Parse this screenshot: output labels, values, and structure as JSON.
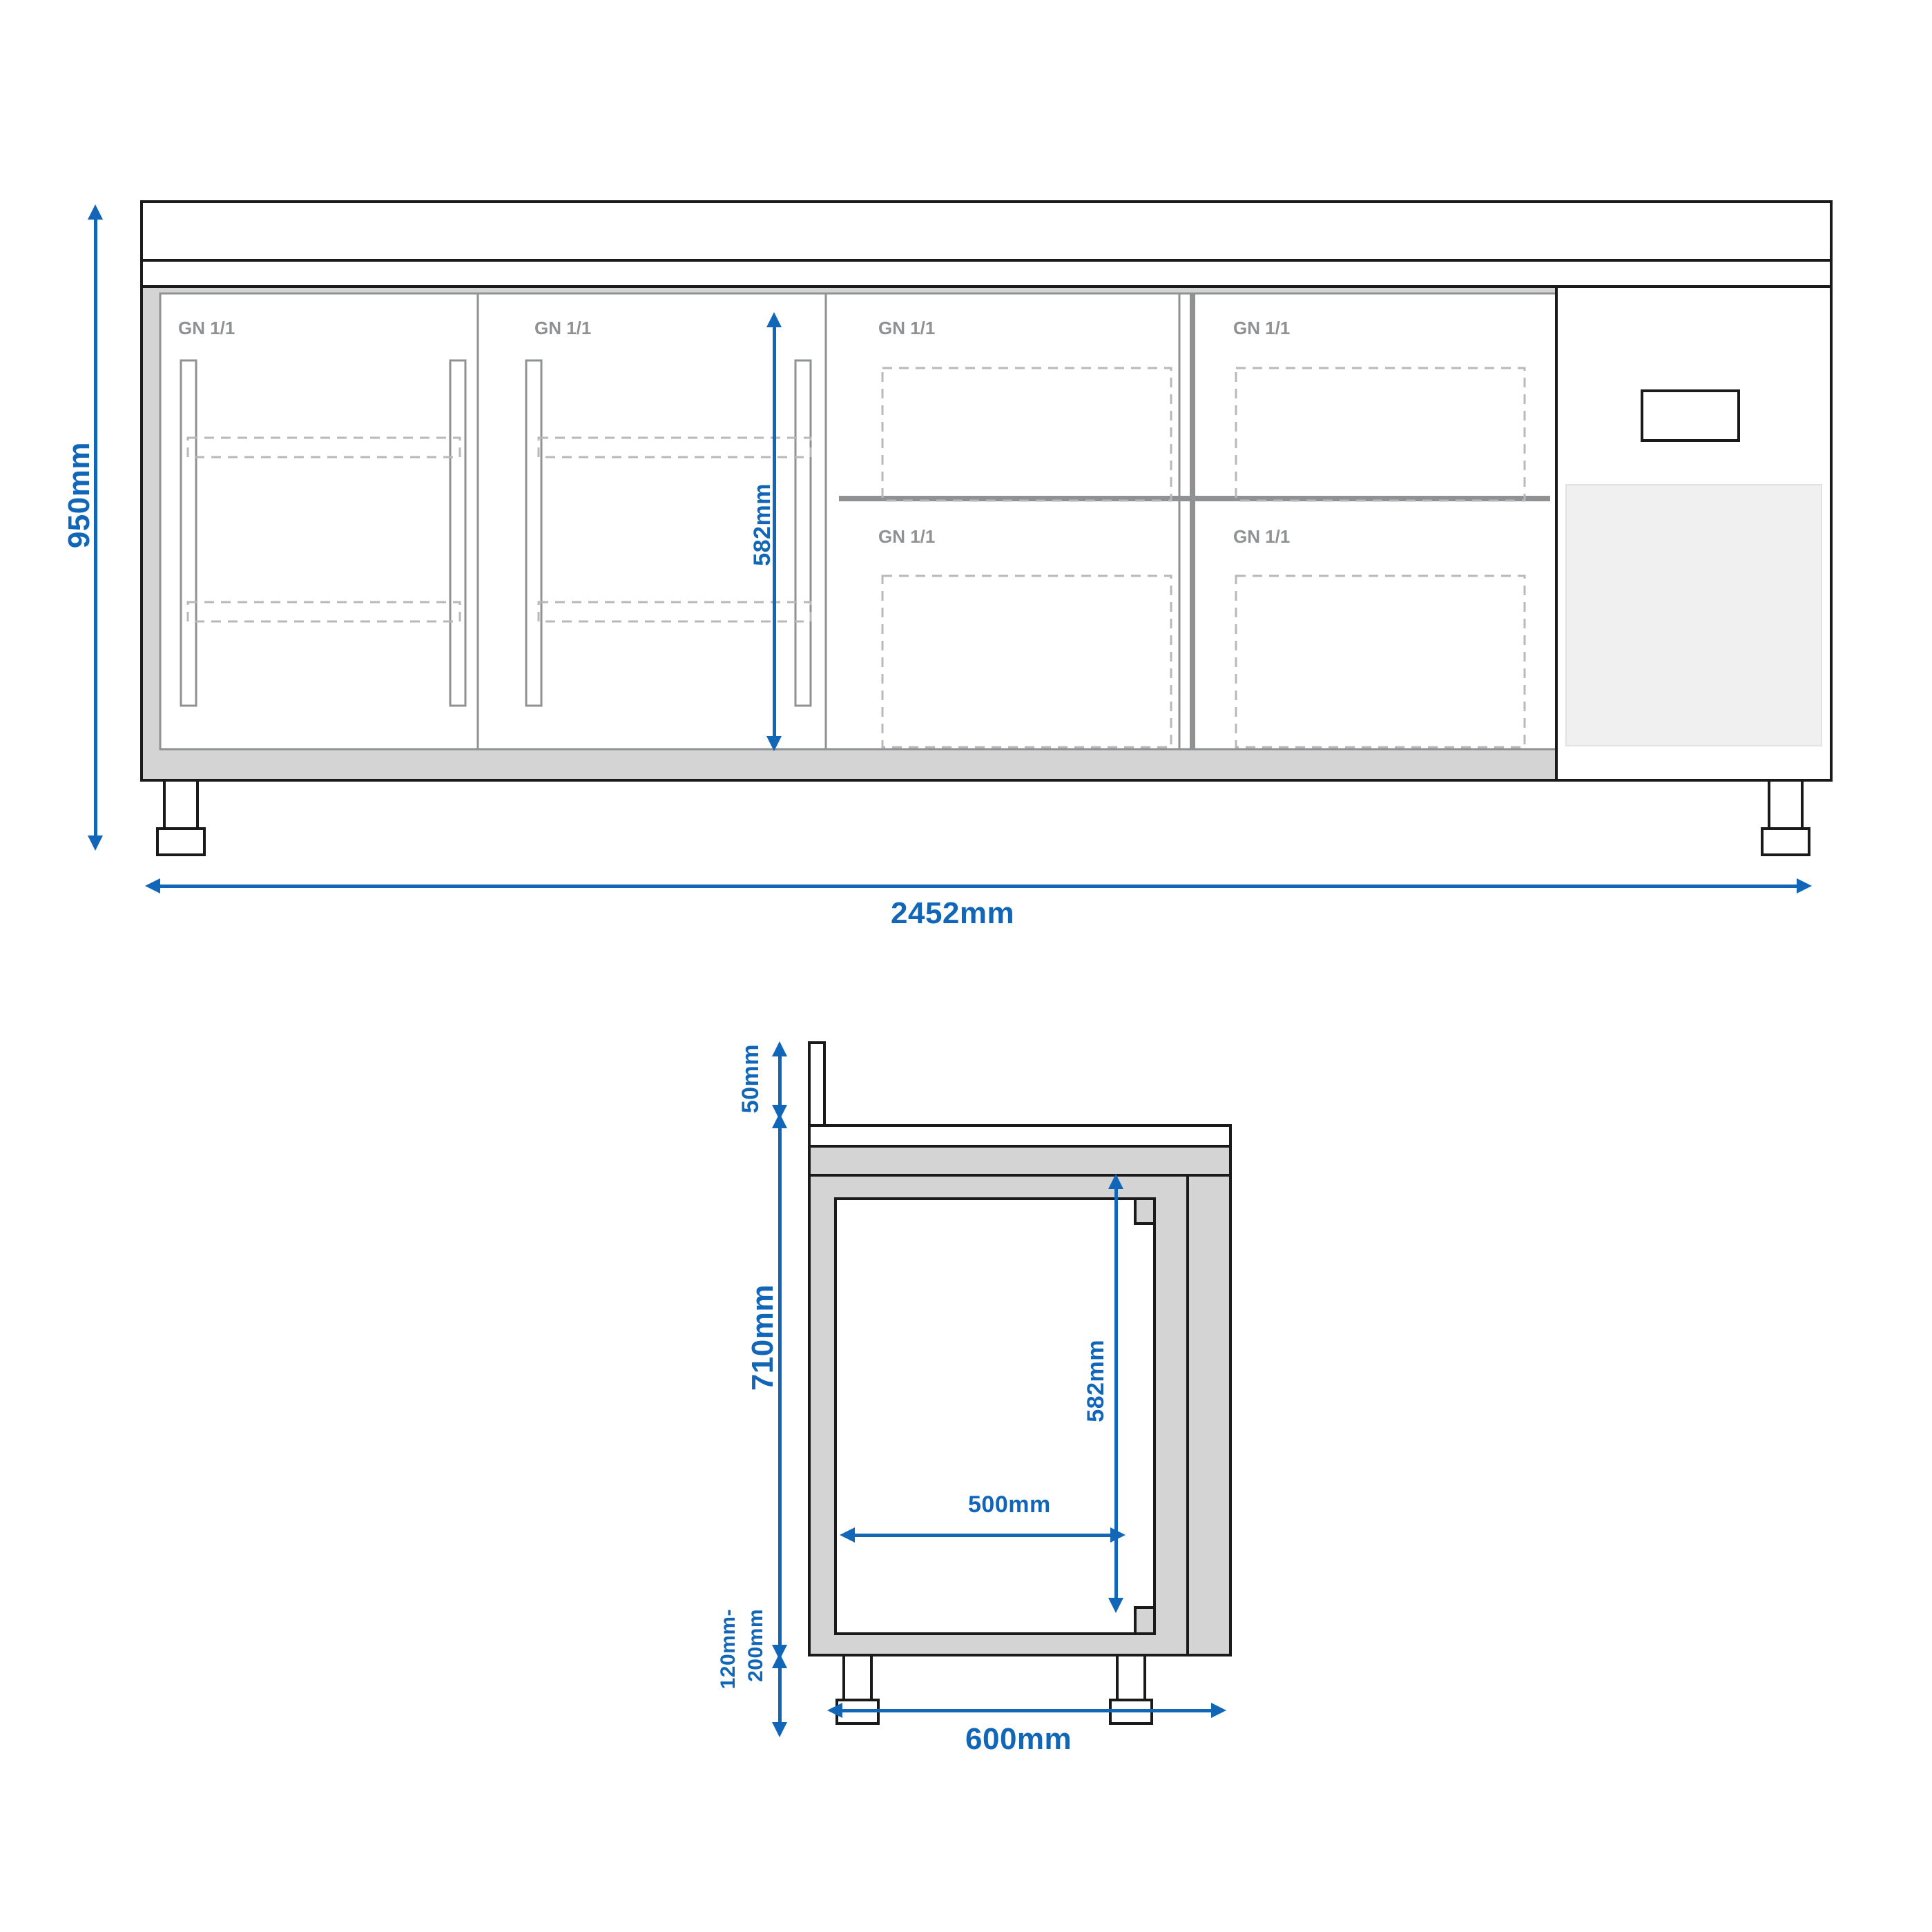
{
  "drawing": {
    "title": "technical-dimension-drawing",
    "accent_color": "#1266b8",
    "body_fill": "#d4d4d4",
    "panel_fill": "#ffffff",
    "label_gray": "#8f9193"
  },
  "front_view": {
    "dimensions": {
      "height": "950mm",
      "width": "2452mm",
      "interior_height": "582mm"
    },
    "compartments": [
      {
        "label": "GN 1/1"
      },
      {
        "label": "GN 1/1"
      },
      {
        "label": "GN 1/1"
      },
      {
        "label": "GN 1/1"
      },
      {
        "label": "GN 1/1"
      },
      {
        "label": "GN 1/1"
      }
    ]
  },
  "side_view": {
    "dimensions": {
      "splashback_height": "50mm",
      "cabinet_height": "710mm",
      "leg_height": "120mm-200mm",
      "depth": "600mm",
      "interior_height": "582mm",
      "interior_depth": "500mm"
    },
    "leg_height_lines": [
      "120mm-",
      "200mm"
    ]
  }
}
